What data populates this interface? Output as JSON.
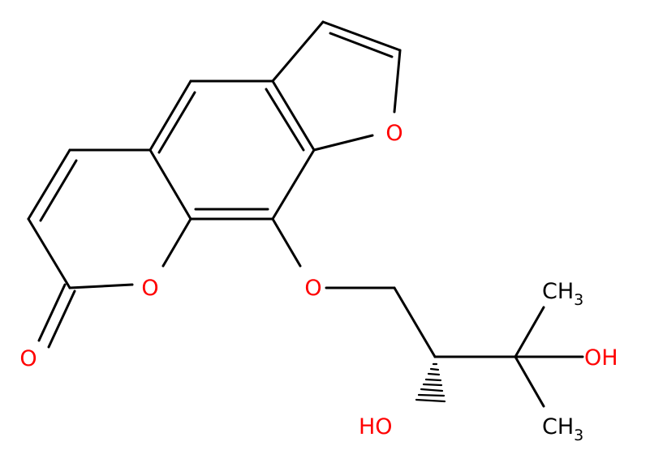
{
  "molecule": {
    "atoms": {
      "O_furan": "O",
      "O_ring": "O",
      "O_carbonyl": "O",
      "O_ether": "O",
      "OH_right": "OH",
      "HO_left": "HO",
      "CH3_top": "CH",
      "CH3_top_sub": "3",
      "CH3_bottom": "CH",
      "CH3_bottom_sub": "3"
    },
    "colors": {
      "oxygen": "#ff0000",
      "bond": "#000000",
      "background": "#ffffff"
    }
  }
}
